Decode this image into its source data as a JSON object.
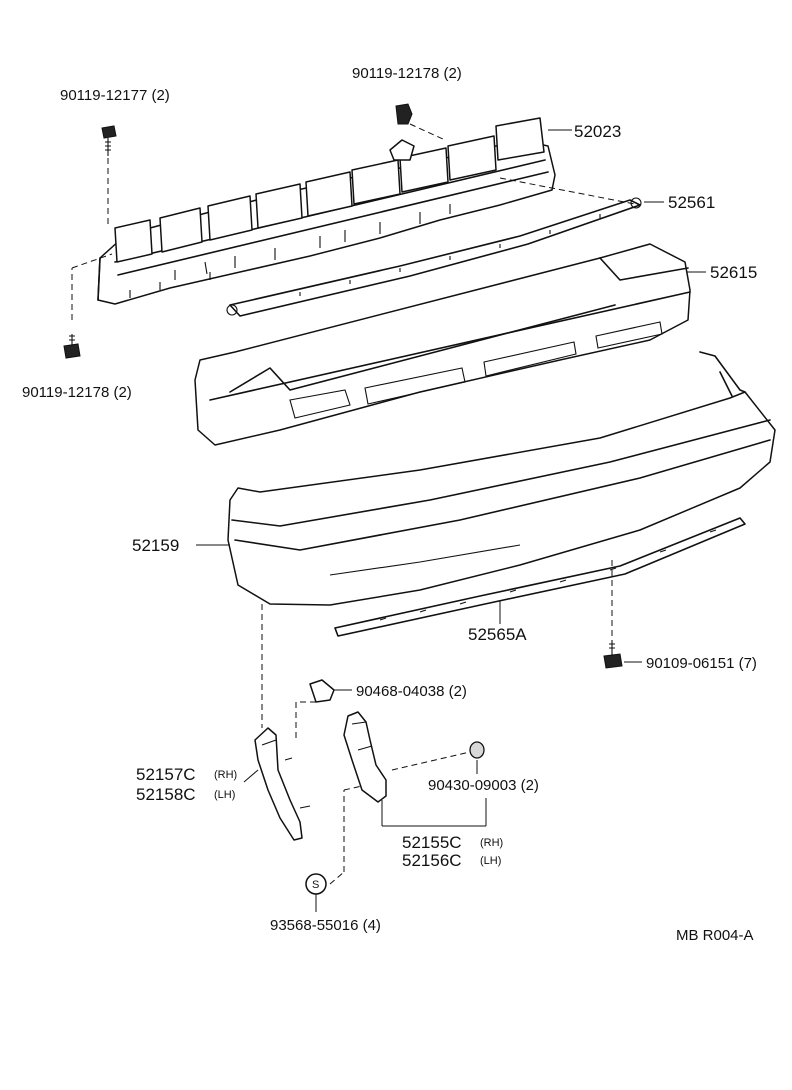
{
  "labels": {
    "p90119_12177": "90119-12177 (2)",
    "p90119_12178_top": "90119-12178 (2)",
    "p52023": "52023",
    "p52561": "52561",
    "p52615": "52615",
    "p90119_12178_left": "90119-12178 (2)",
    "p52159": "52159",
    "p52565A": "52565A",
    "p90109_06151": "90109-06151 (7)",
    "p90468_04038": "90468-04038 (2)",
    "p52157C": "52157C",
    "p52157C_side": "(RH)",
    "p52158C": "52158C",
    "p52158C_side": "(LH)",
    "p90430_09003": "90430-09003 (2)",
    "p52155C": "52155C",
    "p52155C_side": "(RH)",
    "p52156C": "52156C",
    "p52156C_side": "(LH)",
    "p93568_55016": "93568-55016 (4)",
    "screw_symbol": "S",
    "footer_code": "MB  R004-A"
  }
}
